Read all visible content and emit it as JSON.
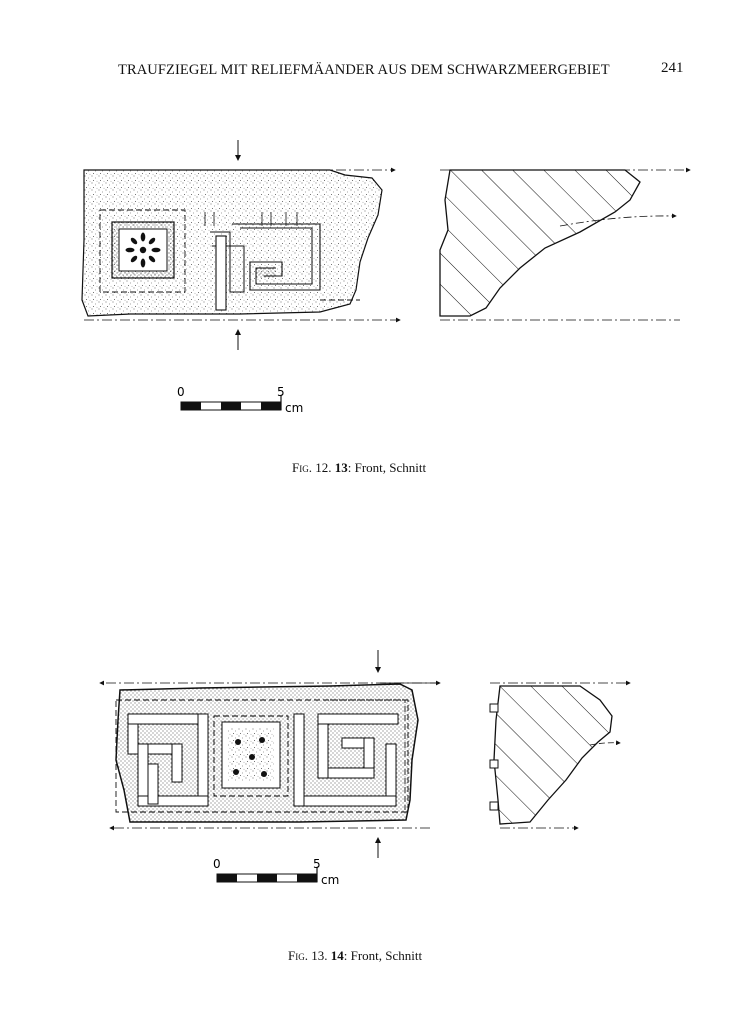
{
  "header": {
    "title": "TRAUFZIEGEL MIT RELIEFMÄANDER AUS DEM SCHWARZMEERGEBIET",
    "page_number": "241"
  },
  "figures": [
    {
      "caption": {
        "prefix": "Fig.",
        "number": "12.",
        "item": "13",
        "text": ": Front, Schnitt"
      },
      "scale": {
        "zero": "0",
        "five": "5",
        "unit": "cm"
      }
    },
    {
      "caption": {
        "prefix": "Fig.",
        "number": "13.",
        "item": "14",
        "text": ": Front, Schnitt"
      },
      "scale": {
        "zero": "0",
        "five": "5",
        "unit": "cm"
      }
    }
  ]
}
